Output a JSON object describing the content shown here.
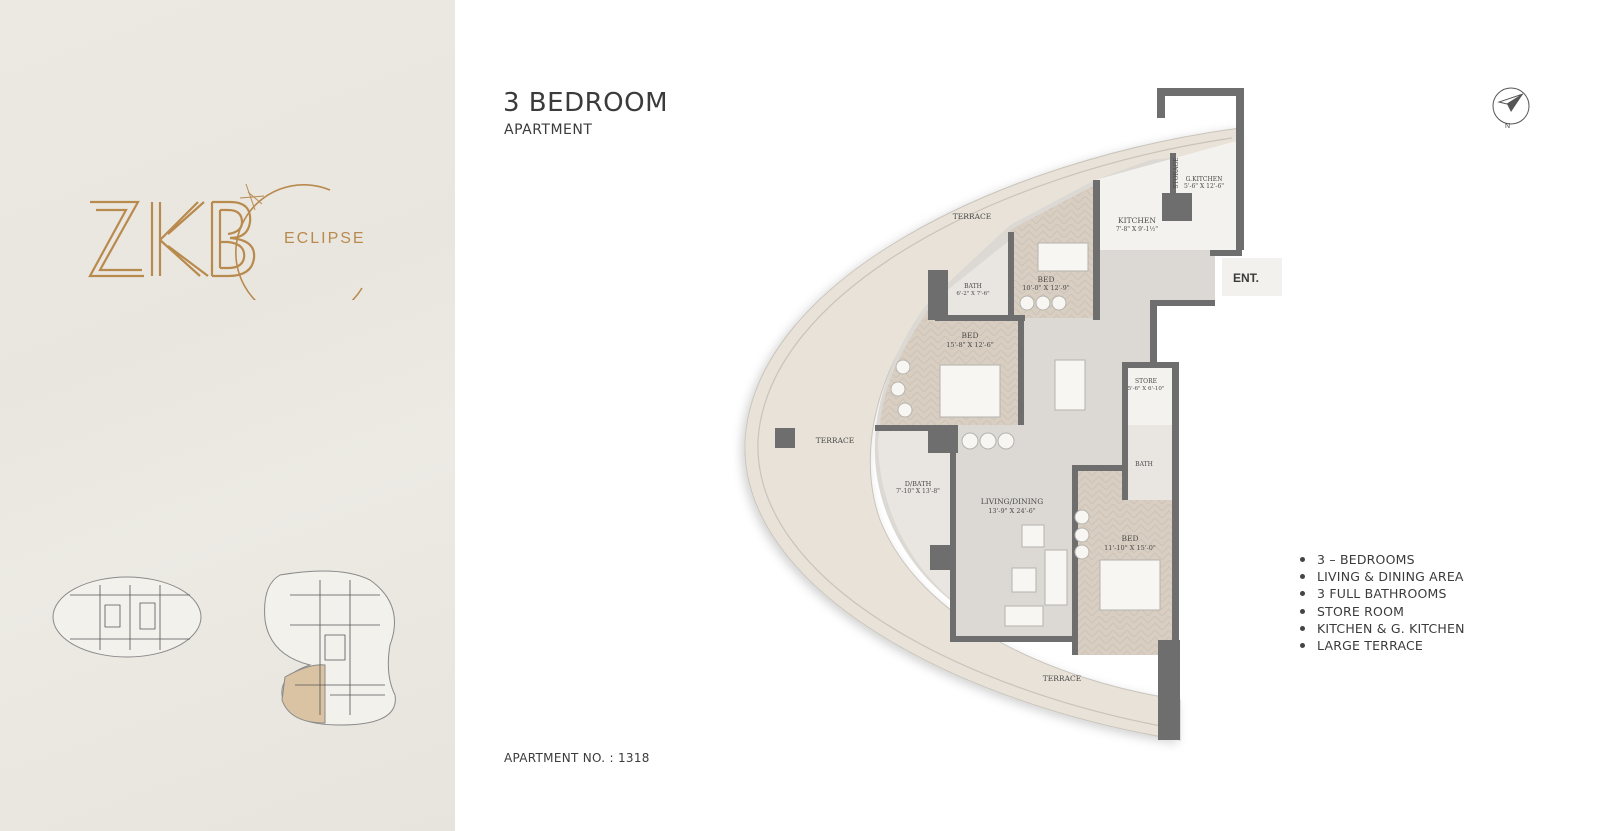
{
  "brand": {
    "logo_text": "ZKB",
    "logo_subtext": "ECLIPSE",
    "gold": "#b98a4e"
  },
  "header": {
    "title": "3 BEDROOM",
    "subtitle": "APARTMENT"
  },
  "apartment_number": "APARTMENT NO. : 1318",
  "features": [
    "3 – BEDROOMS",
    "LIVING & DINING AREA",
    "3 FULL BATHROOMS",
    "STORE ROOM",
    "KITCHEN & G. KITCHEN",
    "LARGE TERRACE"
  ],
  "compass": {
    "icon": "north-arrow-icon",
    "label": "N"
  },
  "plan": {
    "entrance": "ENT.",
    "rooms": {
      "terrace_top": "TERRACE",
      "terrace_left": "TERRACE",
      "terrace_bottom": "TERRACE",
      "kitchen": {
        "name": "KITCHEN",
        "size": "7'-8\" X 9'-1½\""
      },
      "storage": "STORAGE",
      "g_kitchen": {
        "name": "G.KITCHEN",
        "size": "5'-6\" X 12'-6\""
      },
      "bed_1": {
        "name": "BED",
        "size": "10'-0\" X 12'-9\""
      },
      "bath_1": {
        "name": "BATH",
        "size": "6'-2\" X 7'-6\""
      },
      "bed_2": {
        "name": "BED",
        "size": "15'-8\" X 12'-6\""
      },
      "d_bath": {
        "name": "D/BATH",
        "size": "7'-10\" X 13'-8\""
      },
      "living": {
        "name": "LIVING/DINING",
        "size": "13'-9\" X 24'-6\""
      },
      "store": {
        "name": "STORE",
        "size": "5'-6\" X 6'-10\""
      },
      "bath_2": {
        "name": "BATH"
      },
      "bed_3": {
        "name": "BED",
        "size": "11'-10\" X 15'-0\""
      }
    },
    "colors": {
      "terrace": "#e8e2d8",
      "floor": "#dcd9d4",
      "wood": "#d7cdc1",
      "wall": "#6e6e6e"
    }
  }
}
